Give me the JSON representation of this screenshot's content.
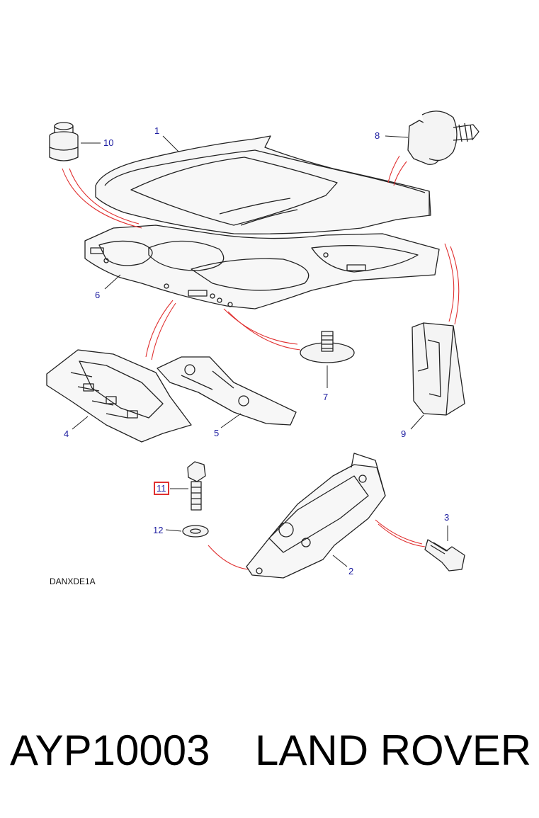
{
  "diagram": {
    "code": "DANXDE1A",
    "callouts": [
      "1",
      "2",
      "3",
      "4",
      "5",
      "6",
      "7",
      "8",
      "9",
      "10",
      "11",
      "12"
    ],
    "highlighted_callout": "11",
    "parts": [
      "bonnet-panel",
      "hinge",
      "bolt",
      "front-under-panel",
      "under-bracket",
      "insulation-pad",
      "push-stud",
      "clip",
      "seal-block",
      "rubber-buffer",
      "hinge-bolt",
      "washer"
    ],
    "colors": {
      "callout": "#1c1ca0",
      "leader": "#e03030",
      "highlight": "#e03030",
      "line": "#222222"
    }
  },
  "caption": {
    "part_number": "AYP10003",
    "brand": "LAND ROVER"
  }
}
